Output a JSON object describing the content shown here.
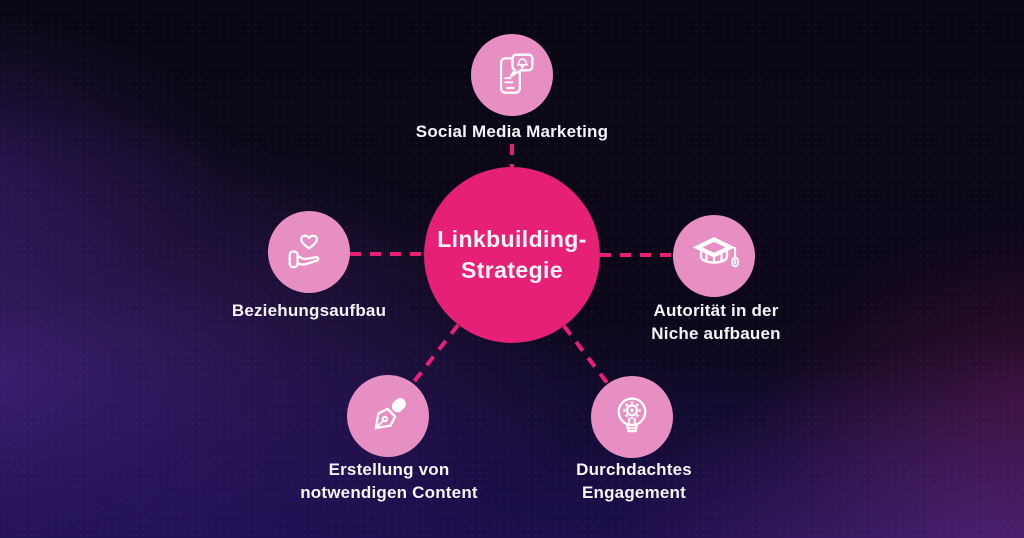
{
  "diagram_title": "Linkbuilding-Strategie",
  "center": {
    "line1": "Linkbuilding-",
    "line2": "Strategie"
  },
  "nodes": [
    {
      "name": "social-media-marketing",
      "icon": "smartphone-notification-icon",
      "lines": [
        "Social Media Marketing"
      ]
    },
    {
      "name": "beziehungsaufbau",
      "icon": "hand-heart-icon",
      "lines": [
        "Beziehungsaufbau"
      ]
    },
    {
      "name": "autoritaet-in-der-niche-aufbauen",
      "icon": "graduation-cap-icon",
      "lines": [
        "Autorität in der",
        "Niche aufbauen"
      ]
    },
    {
      "name": "erstellung-von-notwendigen-content",
      "icon": "pen-nib-icon",
      "lines": [
        "Erstellung von",
        "notwendigen Content"
      ]
    },
    {
      "name": "durchdachtes-engagement",
      "icon": "lightbulb-gear-icon",
      "lines": [
        "Durchdachtes",
        "Engagement"
      ]
    }
  ],
  "colors": {
    "hub_pink": "#e72077",
    "node_pink": "#e78fc2",
    "connector_pink": "#e81f74",
    "label_text": "#f7f3f7",
    "background_base": "#0a0714",
    "background_purple": "#2a1263"
  }
}
